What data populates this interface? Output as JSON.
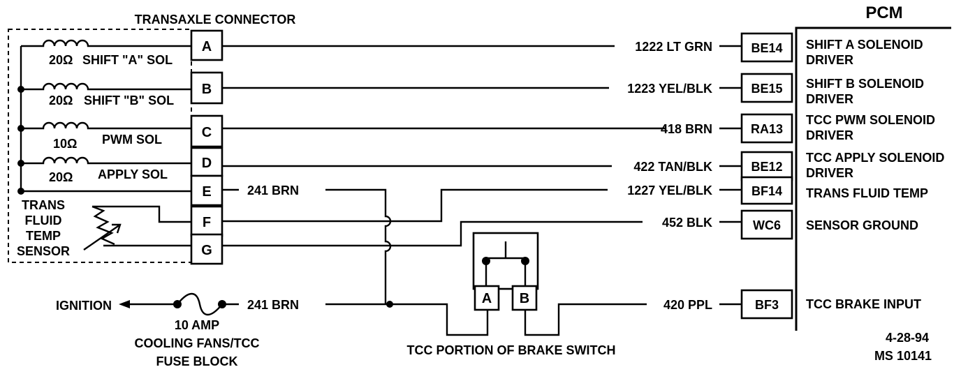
{
  "diagram": {
    "transaxle_title": "TRANSAXLE CONNECTOR",
    "pcm_title": "PCM",
    "pins": [
      "A",
      "B",
      "C",
      "D",
      "E",
      "F",
      "G"
    ],
    "components": {
      "shift_a": {
        "resistance": "20Ω",
        "label": "SHIFT \"A\" SOL"
      },
      "shift_b": {
        "resistance": "20Ω",
        "label": "SHIFT \"B\" SOL"
      },
      "pwm": {
        "resistance": "10Ω",
        "label": "PWM SOL"
      },
      "apply": {
        "resistance": "20Ω",
        "label": "APPLY SOL"
      },
      "temp_sensor": [
        "TRANS",
        "FLUID",
        "TEMP",
        "SENSOR"
      ]
    },
    "wires": {
      "a": "1222 LT GRN",
      "b": "1223 YEL/BLK",
      "c": "418 BRN",
      "d": "422 TAN/BLK",
      "e_left": "241 BRN",
      "f": "1227 YEL/BLK",
      "g": "452 BLK",
      "ign": "241 BRN",
      "brake": "420 PPL"
    },
    "pcm_terminals": [
      "BE14",
      "BE15",
      "RA13",
      "BE12",
      "BF14",
      "WC6",
      "BF3"
    ],
    "pcm_functions": [
      [
        "SHIFT A SOLENOID",
        "DRIVER"
      ],
      [
        "SHIFT B SOLENOID",
        "DRIVER"
      ],
      [
        "TCC PWM SOLENOID",
        "DRIVER"
      ],
      [
        "TCC APPLY SOLENOID",
        "DRIVER"
      ],
      [
        "TRANS FLUID TEMP"
      ],
      [
        "SENSOR GROUND"
      ],
      [
        "TCC BRAKE INPUT"
      ]
    ],
    "ignition_label": "IGNITION",
    "fuse": [
      "10 AMP",
      "COOLING FANS/TCC",
      "FUSE BLOCK"
    ],
    "brake_switch": {
      "label": "TCC PORTION OF BRAKE SWITCH",
      "terminal_a": "A",
      "terminal_b": "B"
    },
    "date": "4-28-94",
    "ms_number": "MS 10141"
  }
}
